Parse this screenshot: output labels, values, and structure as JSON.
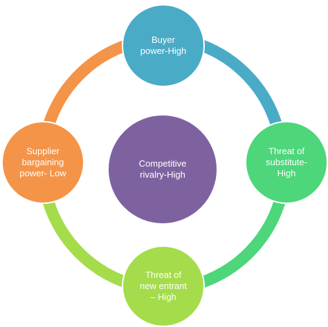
{
  "diagram": {
    "center": {
      "label": "Competitive\nrivalry-High",
      "color": "#7e62a0"
    },
    "nodes": {
      "top": {
        "label": "Buyer\npower-High",
        "color": "#4aabc7"
      },
      "right": {
        "label": "Threat of\nsubstitute-\nHigh",
        "color": "#4dd67a"
      },
      "bottom": {
        "label": "Threat of\nnew entrant\n– High",
        "color": "#a5dc4b"
      },
      "left": {
        "label": "Supplier\nbargaining\npower- Low",
        "color": "#f49448"
      }
    },
    "ring_colors": {
      "top_to_right": "#4aabc7",
      "right_to_bottom": "#4dd67a",
      "bottom_to_left": "#a5dc4b",
      "left_to_top": "#f49448"
    }
  }
}
